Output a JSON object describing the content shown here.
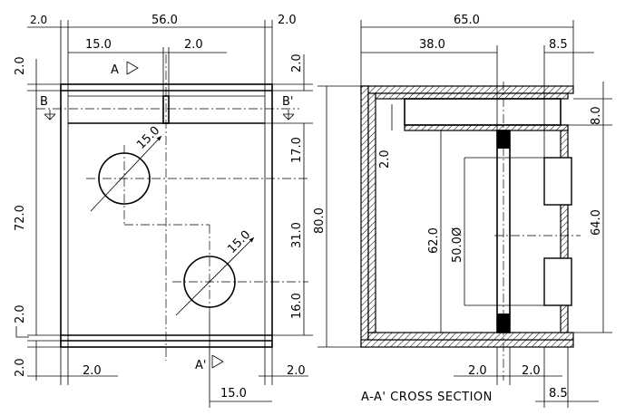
{
  "front_view": {
    "dims": {
      "corner_2": "2.0",
      "width_56": "56.0",
      "right_2": "2.0",
      "offset_15": "15.0",
      "slot_2": "2.0",
      "left_top_2": "2.0",
      "right_top_2": "2.0",
      "height_72": "72.0",
      "height_17": "17.0",
      "height_31": "31.0",
      "height_16": "16.0",
      "left_bottom_2a": "2.0",
      "left_bottom_2b": "2.0",
      "bottom_left_2": "2.0",
      "bottom_right_2": "2.0",
      "bottom_15": "15.0",
      "hole_top_dia": "15.0",
      "hole_bottom_dia": "15.0"
    },
    "section_labels": {
      "a_top": "A",
      "a_bottom": "A'",
      "b_left": "B",
      "b_right": "B'"
    }
  },
  "section_view": {
    "dims": {
      "width_65": "65.0",
      "depth_38": "38.0",
      "right_8_5_top": "8.5",
      "right_8": "8.0",
      "left_2": "2.0",
      "height_80": "80.0",
      "height_62": "62.0",
      "dia_50": "50.0Ø",
      "height_64": "64.0",
      "bottom_2a": "2.0",
      "bottom_2b": "2.0",
      "right_8_5_bottom": "8.5"
    },
    "caption": "A-A' CROSS SECTION"
  }
}
